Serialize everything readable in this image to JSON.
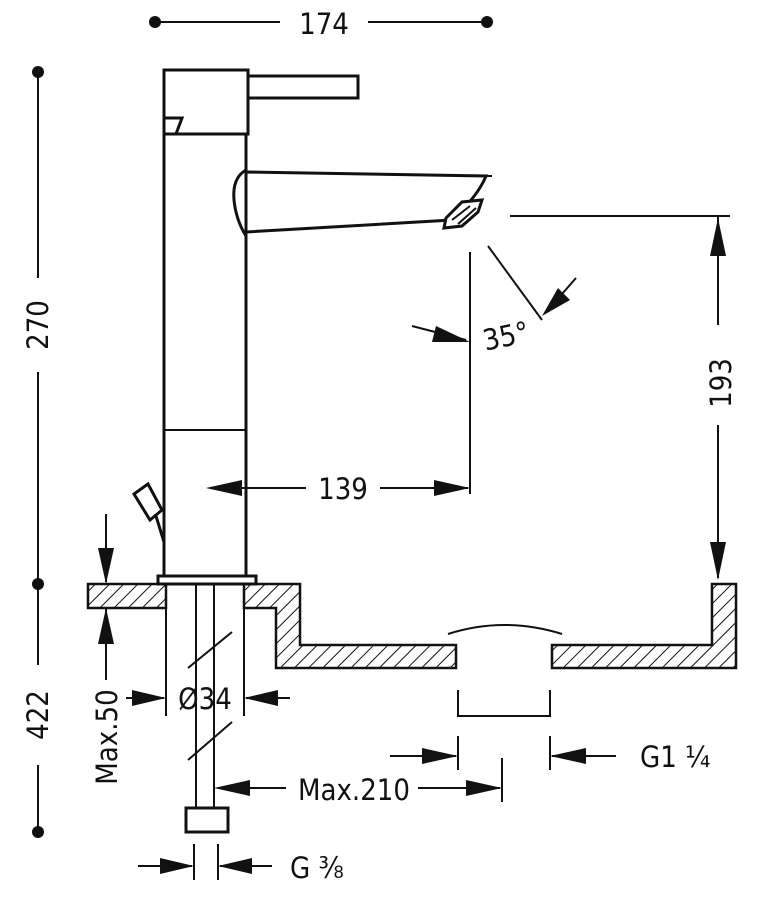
{
  "dimensions": {
    "total_width": "174",
    "total_height": "270",
    "spout_reach": "139",
    "spout_height": "193",
    "spout_angle": "35°",
    "supply_length": "422",
    "counter_thickness": "Max.50",
    "hole_diameter": "Ø34",
    "flex_length": "Max.210",
    "waste_thread": "G1 ¼",
    "supply_thread": "G ⅜"
  }
}
